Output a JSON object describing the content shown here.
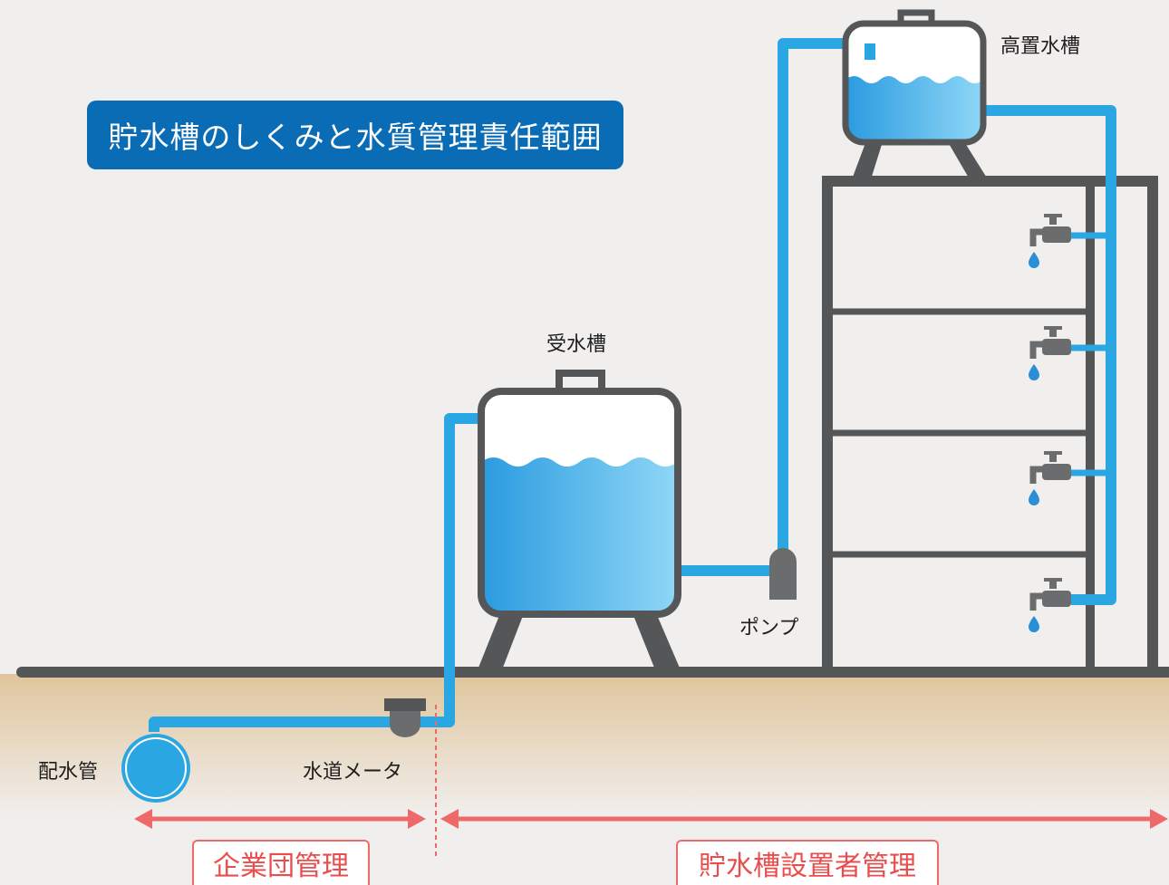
{
  "title": "貯水槽のしくみと水質管理責任範囲",
  "labels": {
    "elevated_tank": "高置水槽",
    "receiving_tank": "受水槽",
    "pump": "ポンプ",
    "distribution_pipe": "配水管",
    "water_meter": "水道メータ"
  },
  "responsibility": {
    "utility": "企業団管理",
    "owner": "貯水槽設置者管理"
  },
  "colors": {
    "water_pipe": "#2aa6e2",
    "tank_outline": "#555658",
    "title_bg": "#0a6cb4",
    "responsibility_red": "#ee6a6a",
    "ground": "#e6d0ad"
  }
}
